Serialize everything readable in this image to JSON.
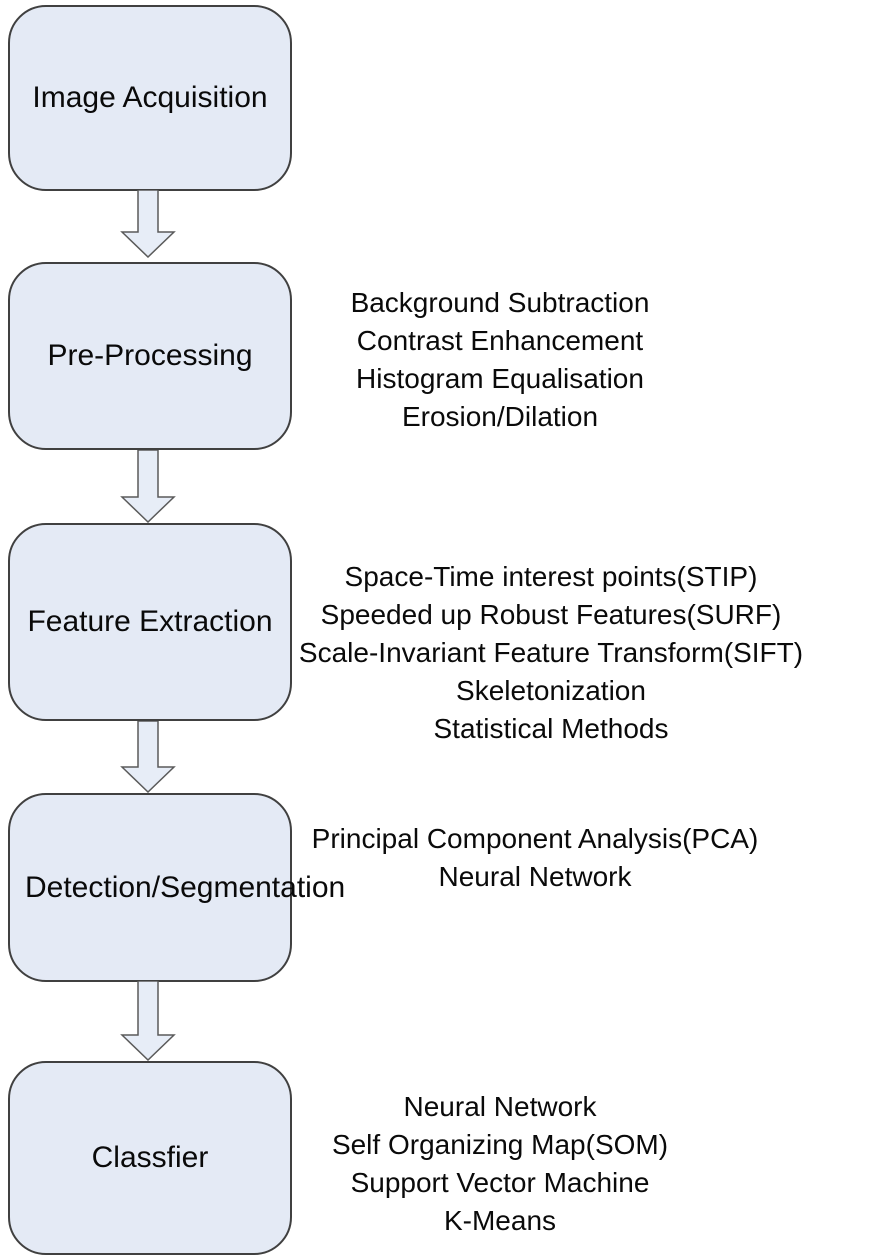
{
  "diagram": {
    "type": "flowchart",
    "colors": {
      "background": "#ffffff",
      "node_fill": "#e4eaf5",
      "node_border": "#404040",
      "arrow_fill": "#e7edf7",
      "arrow_border": "#5a5a5a",
      "text": "#0a0a0a"
    },
    "nodes": [
      {
        "label": "Image Acquisition",
        "methods": []
      },
      {
        "label": "Pre-Processing",
        "methods": [
          "Background Subtraction",
          "Contrast Enhancement",
          "Histogram Equalisation",
          "Erosion/Dilation"
        ]
      },
      {
        "label": "Feature Extraction",
        "methods": [
          "Space-Time interest points(STIP)",
          "Speeded up Robust Features(SURF)",
          "Scale-Invariant Feature Transform(SIFT)",
          "Skeletonization",
          "Statistical Methods"
        ]
      },
      {
        "label": "Detection/Segmentation",
        "methods": [
          "Principal Component Analysis(PCA)",
          "Neural Network"
        ]
      },
      {
        "label": "Classfier",
        "methods": [
          "Neural Network",
          "Self Organizing Map(SOM)",
          "Support Vector Machine",
          "K-Means"
        ]
      }
    ],
    "flow": "Image Acquisition -> Pre-Processing -> Feature Extraction -> Detection/Segmentation -> Classfier"
  }
}
